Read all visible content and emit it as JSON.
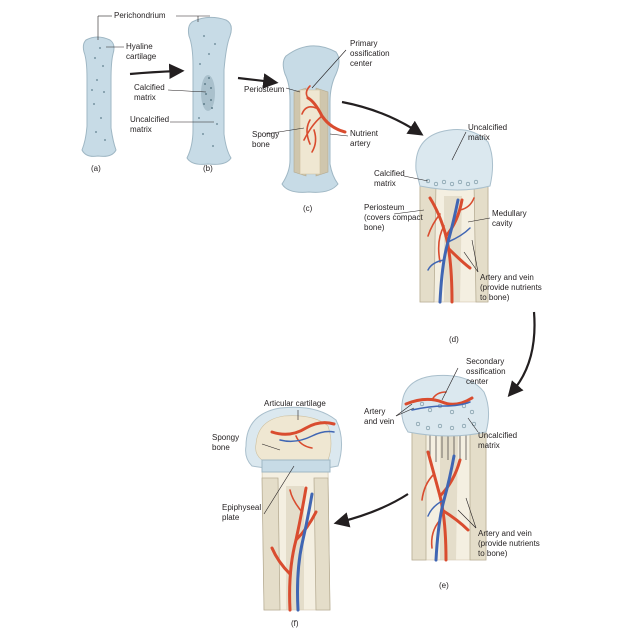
{
  "labels": {
    "perichondrium": "Perichondrium",
    "hyaline_cartilage_1": "Hyaline",
    "hyaline_cartilage_2": "cartilage",
    "calcified_matrix_b_1": "Calcified",
    "calcified_matrix_b_2": "matrix",
    "uncalcified_matrix_b_1": "Uncalcified",
    "uncalcified_matrix_b_2": "matrix",
    "primary_ossification_1": "Primary",
    "primary_ossification_2": "ossification",
    "primary_ossification_3": "center",
    "periosteum_c": "Periosteum",
    "spongy_bone_c_1": "Spongy",
    "spongy_bone_c_2": "bone",
    "nutrient_artery_1": "Nutrient",
    "nutrient_artery_2": "artery",
    "uncalcified_matrix_d_1": "Uncalcified",
    "uncalcified_matrix_d_2": "matrix",
    "calcified_matrix_d_1": "Calcified",
    "calcified_matrix_d_2": "matrix",
    "periosteum_d_1": "Periosteum",
    "periosteum_d_2": "(covers compact",
    "periosteum_d_3": "bone)",
    "medullary_cavity_1": "Medullary",
    "medullary_cavity_2": "cavity",
    "artery_vein_d_1": "Artery and vein",
    "artery_vein_d_2": "(provide nutrients",
    "artery_vein_d_3": "to bone)",
    "secondary_ossification_1": "Secondary",
    "secondary_ossification_2": "ossification",
    "secondary_ossification_3": "center",
    "artery_vein_e_1": "Artery",
    "artery_vein_e_2": "and vein",
    "uncalcified_matrix_e_1": "Uncalcified",
    "uncalcified_matrix_e_2": "matrix",
    "artery_vein_e2_1": "Artery and vein",
    "artery_vein_e2_2": "(provide nutrients",
    "artery_vein_e2_3": "to bone)",
    "articular_cartilage": "Articular cartilage",
    "spongy_bone_f_1": "Spongy",
    "spongy_bone_f_2": "bone",
    "epiphyseal_plate_1": "Epiphyseal",
    "epiphyseal_plate_2": "plate"
  },
  "panels": {
    "a": "(a)",
    "b": "(b)",
    "c": "(c)",
    "d": "(d)",
    "e": "(e)",
    "f": "(f)"
  }
}
